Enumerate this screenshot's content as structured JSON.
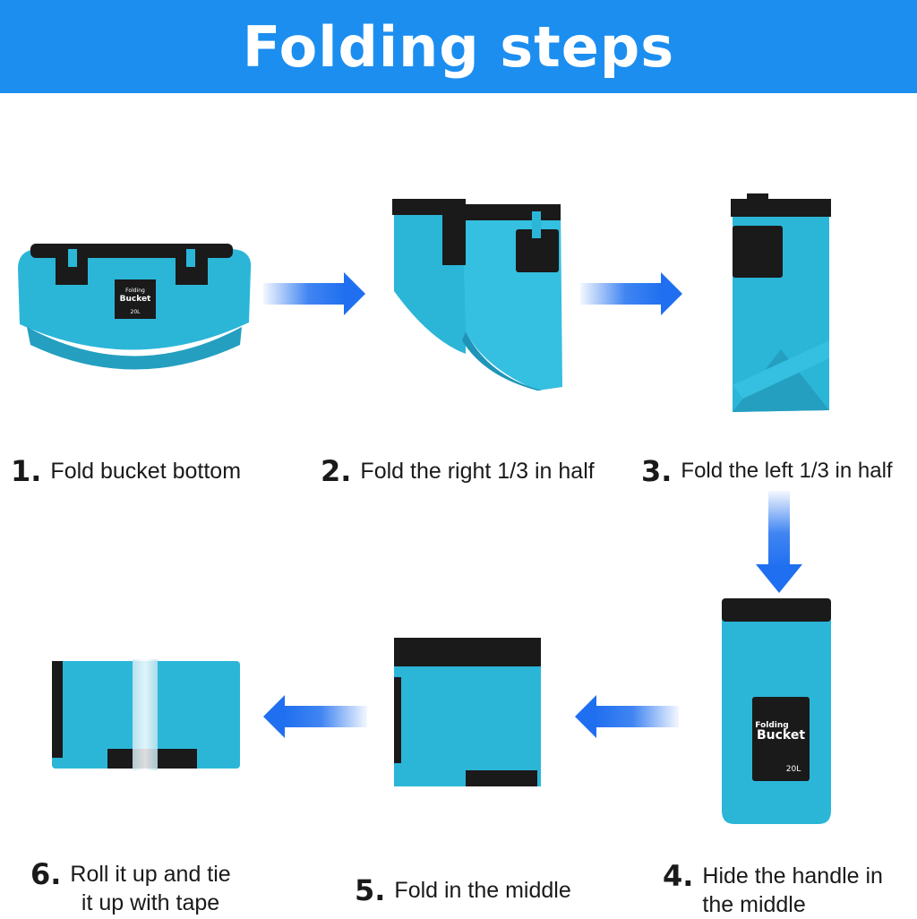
{
  "header": {
    "title": "Folding steps"
  },
  "colors": {
    "banner": "#1c8ef0",
    "bucket": "#2bb6d8",
    "trim": "#1a1a1a",
    "arrow": "#1f6ff0"
  },
  "product_label": {
    "brand_top": "Folding",
    "brand": "Bucket",
    "capacity": "20L"
  },
  "steps": [
    {
      "num": "1.",
      "text": "Fold bucket bottom"
    },
    {
      "num": "2.",
      "text": "Fold the right 1/3 in half"
    },
    {
      "num": "3.",
      "text": "Fold the left 1/3 in half"
    },
    {
      "num": "4.",
      "line1": "Hide the handle in",
      "line2": "the middle"
    },
    {
      "num": "5.",
      "text": "Fold in the middle"
    },
    {
      "num": "6.",
      "line1": "Roll it up and tie",
      "line2": "it up with tape"
    }
  ]
}
